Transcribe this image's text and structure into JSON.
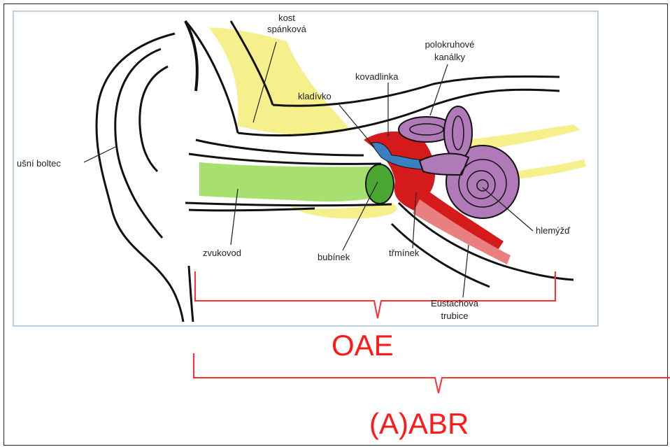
{
  "diagram": {
    "labels": {
      "kost_spankova_l1": "kost",
      "kost_spankova_l2": "spánková",
      "polokruhove_l1": "polokruhové",
      "polokruhove_l2": "kanálky",
      "kovadlinka": "kovadlinka",
      "kladivko": "kladívko",
      "usni_boltec": "ušní boltec",
      "zvukovod": "zvukovod",
      "bubinek": "bubínek",
      "triminek": "třmínek",
      "hlemyzd": "hlemýžď",
      "eustach_l1": "Eustachova",
      "eustach_l2": "trubice"
    },
    "annotations": {
      "oae": "OAE",
      "aabr": "(A)ABR"
    },
    "colors": {
      "bone": "#f5ef8c",
      "canal": "#a8e070",
      "eardrum": "#4aa832",
      "ossicles": "#d41a1a",
      "ossicle_blue": "#3a7fc0",
      "inner_ear": "#b07ab8",
      "bracket": "#ff3030"
    }
  }
}
